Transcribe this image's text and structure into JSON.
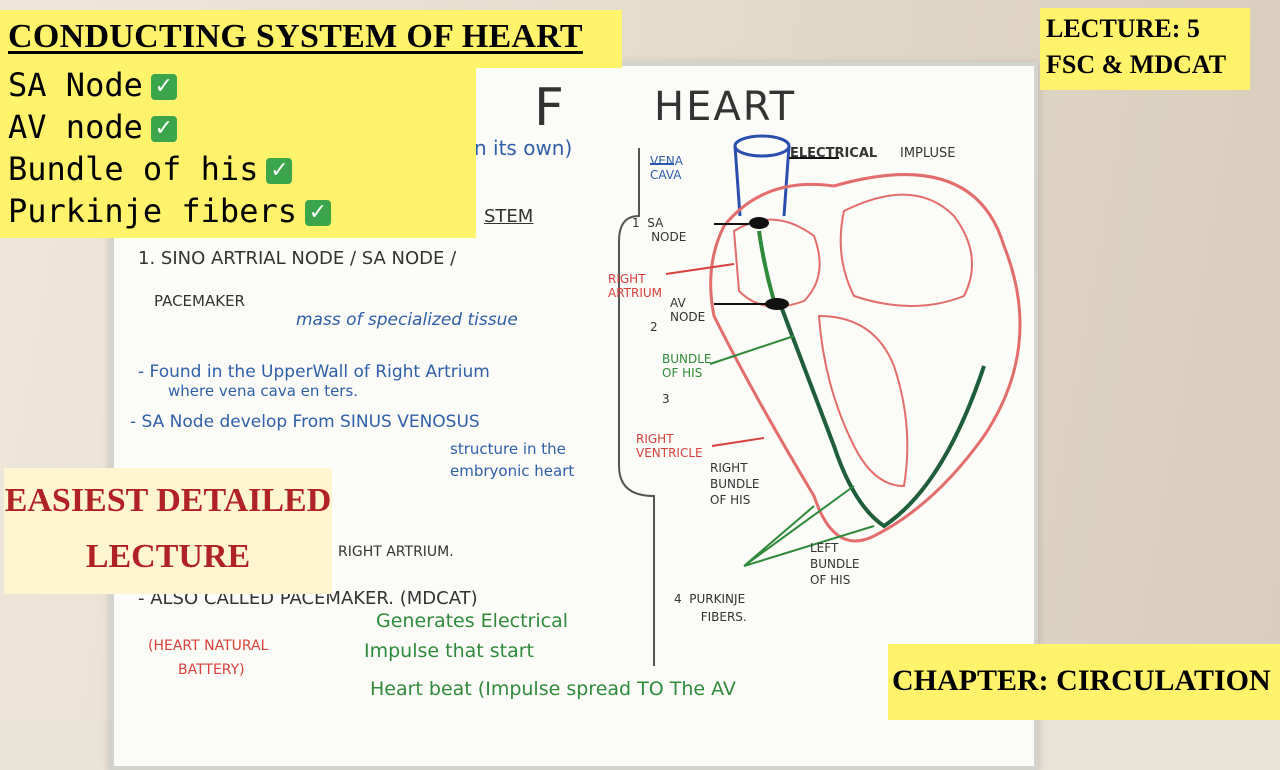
{
  "title": "CONDUCTING SYSTEM OF HEART",
  "checklist": [
    {
      "label": "SA Node"
    },
    {
      "label": "AV node"
    },
    {
      "label": "Bundle of his"
    },
    {
      "label": "Purkinje fibers"
    }
  ],
  "lecture": {
    "line1": "LECTURE: 5",
    "line2": "FSC & MDCAT"
  },
  "promo": {
    "line1": "EASIEST DETAILED",
    "line2": "LECTURE"
  },
  "chapter": "CHAPTER: CIRCULATION",
  "board": {
    "heading_fragment_of": "F",
    "heading_heart": "HEART",
    "heading_sub": "n its own)",
    "system_fragment": "STEM",
    "point1": "1. SINO ARTRIAL NODE / SA NODE /",
    "pacemaker": "PACEMAKER",
    "mass_tissue": "mass of specialized tissue",
    "found_line1": "- Found in the UpperWall of Right Artrium",
    "found_line2": "where vena cava en ters.",
    "develop": "- SA Node develop From SINUS VENOSUS",
    "structure1": "structure in the",
    "structure2": "embryonic heart",
    "right_atrium_line": "RIGHT ARTRIUM.",
    "also_called": "- ALSO CALLED PACEMAKER. (MDCAT)",
    "generates": "Generates Electrical",
    "impulse_start": "Impulse that start",
    "heart_beat": "Heart beat (Impulse spread TO The AV",
    "battery1": "(HEART NATURAL",
    "battery2": "BATTERY)"
  },
  "diagram": {
    "vena_cava": [
      "VENA",
      "CAVA"
    ],
    "electrical_impulse_a": "ELECTRICAL",
    "electrical_impulse_b": "IMPLUSE",
    "sa_node": [
      "SA",
      "NODE"
    ],
    "right_atrium": [
      "RIGHT",
      "ARTRIUM"
    ],
    "av_node": [
      "AV",
      "NODE"
    ],
    "bundle_of_his": [
      "BUNDLE",
      "OF HIS"
    ],
    "right_ventricle": [
      "RIGHT",
      "VENTRICLE"
    ],
    "right_bundle": [
      "RIGHT",
      "BUNDLE",
      "OF HIS"
    ],
    "left_bundle": [
      "LEFT",
      "BUNDLE",
      "OF HIS"
    ],
    "purkinje": [
      "PURKINJE",
      "FIBERS."
    ],
    "numbers": [
      "1",
      "2",
      "3",
      "4"
    ]
  },
  "colors": {
    "highlight": "#fff36b",
    "promo_text": "#b02226",
    "check": "#3aa54a"
  }
}
